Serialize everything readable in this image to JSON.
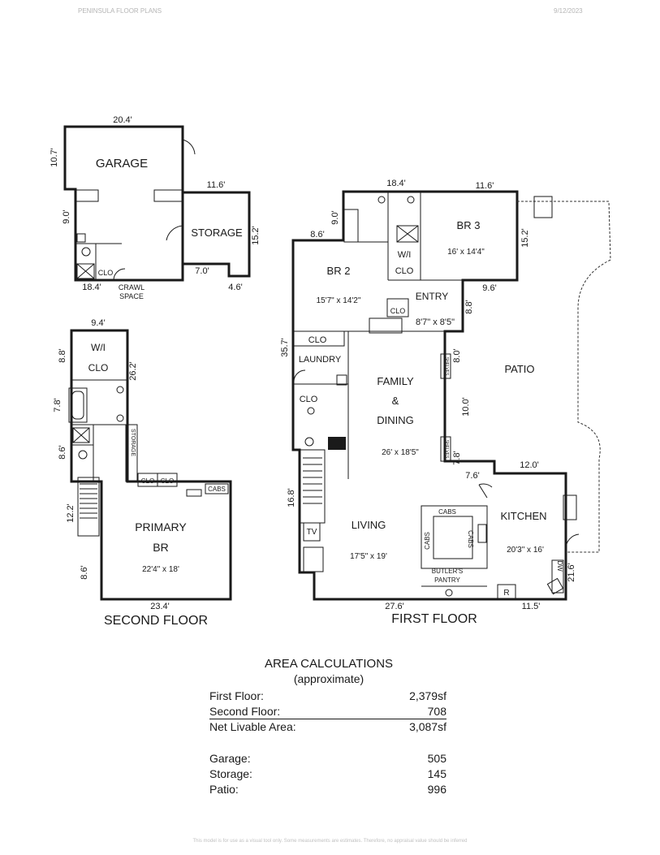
{
  "header": {
    "left": "PENINSULA FLOOR PLANS",
    "right": "9/12/2023"
  },
  "footer": "This model is for use as a visual tool only. Some measurements are estimates. Therefore, no appraisal value should be inferred",
  "floors": {
    "second": "SECOND FLOOR",
    "first": "FIRST FLOOR"
  },
  "second_floor": {
    "garage": "GARAGE",
    "storage": "STORAGE",
    "clo_garage": "CLO",
    "crawl_1": "CRAWL",
    "crawl_2": "SPACE",
    "wi_1": "W/I",
    "wi_2": "CLO",
    "storage_v": "STORAGE",
    "clo_a": "CLO",
    "clo_b": "CLO",
    "cabs": "CABS",
    "primary_1": "PRIMARY",
    "primary_2": "BR",
    "primary_size": "22'4\" x 18'",
    "dims": {
      "g_top": "20.4'",
      "g_left": "10.7'",
      "g_lower": "9.0'",
      "g_bottom": "18.4'",
      "s_top": "11.6'",
      "s_right": "15.2'",
      "s_bottom1": "7.0'",
      "s_bottom2": "4.6'",
      "p_top": "9.4'",
      "p_wi": "8.8'",
      "p_right": "26.2'",
      "p_bath": "7.8'",
      "p_86a": "8.6'",
      "p_stair": "12.2'",
      "p_86b": "8.6'",
      "p_bottom": "23.4'"
    }
  },
  "first_floor": {
    "br2": "BR 2",
    "br2_size": "15'7\" x 14'2\"",
    "br3": "BR 3",
    "br3_size": "16' x 14'4\"",
    "wi": "W/I",
    "clo_br3": "CLO",
    "entry": "ENTRY",
    "entry_size": "8'7\" x 8'5\"",
    "clo_entry": "CLO",
    "clo_laundry": "CLO",
    "laundry": "LAUNDRY",
    "clo_bath": "CLO",
    "family": "FAMILY",
    "amp": "&",
    "dining": "DINING",
    "family_size": "26' x 18'5\"",
    "patio": "PATIO",
    "shelves": "SHELVES",
    "living": "LIVING",
    "living_size": "17'5\" x 19'",
    "tv": "TV",
    "cabs_top": "CABS",
    "cabs_l": "CABS",
    "cabs_r": "CABS",
    "butler_1": "BUTLER'S",
    "butler_2": "PANTRY",
    "kitchen": "KITCHEN",
    "kitchen_size": "20'3\" x 16'",
    "dw": "DW",
    "r": "R",
    "dims": {
      "top_a": "18.4'",
      "top_b": "11.6'",
      "d_90": "9.0'",
      "d_86": "8.6'",
      "d_152": "15.2'",
      "d_96": "9.6'",
      "d_88": "8.8'",
      "d_357": "35.7'",
      "d_80": "8.0'",
      "d_100": "10.0'",
      "d_78": "7.8'",
      "d_76": "7.6'",
      "d_120": "12.0'",
      "d_168": "16.8'",
      "d_216": "21.6'",
      "d_276": "27.6'",
      "d_115": "11.5'"
    }
  },
  "area": {
    "title": "AREA CALCULATIONS",
    "subtitle": "(approximate)",
    "rows": [
      {
        "label": "First Floor:",
        "value": "2,379sf"
      },
      {
        "label": "Second Floor:",
        "value": "708"
      },
      {
        "label": "Net Livable Area:",
        "value": "3,087sf"
      }
    ],
    "extras": [
      {
        "label": "Garage:",
        "value": "505"
      },
      {
        "label": "Storage:",
        "value": "145"
      },
      {
        "label": "Patio:",
        "value": "996"
      }
    ]
  }
}
